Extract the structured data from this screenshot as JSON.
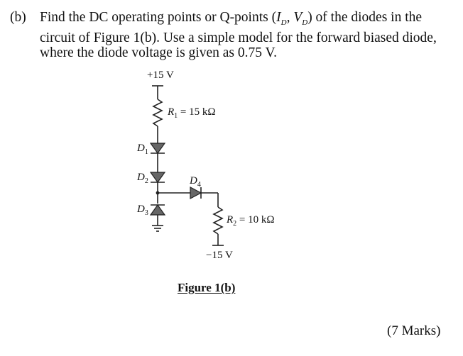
{
  "question": {
    "label": "(b)",
    "text_part1": "Find the DC operating points or Q-points (",
    "var_I": "I",
    "var_I_sub": "D",
    "sep": ", ",
    "var_V": "V",
    "var_V_sub": "D",
    "text_part2": ") of the diodes in the circuit of Figure 1(b). Use a simple model for the forward biased diode, where the diode voltage is given as 0.75 V."
  },
  "circuit": {
    "supply_positive": "+15 V",
    "supply_negative": "−15 V",
    "r1": {
      "name": "R",
      "sub": "1",
      "value": " = 15 kΩ"
    },
    "r2": {
      "name": "R",
      "sub": "2",
      "value": " = 10 kΩ"
    },
    "d1": {
      "name": "D",
      "sub": "1"
    },
    "d2": {
      "name": "D",
      "sub": "2"
    },
    "d3": {
      "name": "D",
      "sub": "3"
    },
    "d4": {
      "name": "D",
      "sub": "4"
    },
    "diode_forward_voltage": "0.75 V"
  },
  "figure": {
    "caption": "Figure 1(b)"
  },
  "marks": "(7 Marks)"
}
